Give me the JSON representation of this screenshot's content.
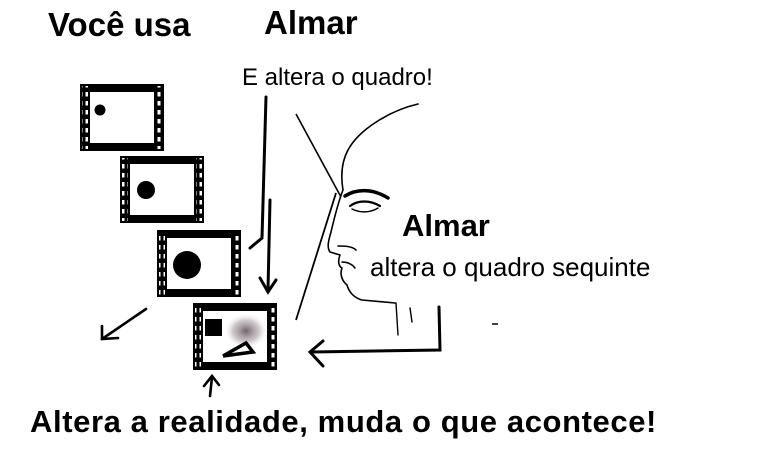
{
  "texts": {
    "voce_usa": "Você usa",
    "almar_top": "Almar",
    "altera_quadro": "E altera o quadro!",
    "almar_mid": "Almar",
    "altera_sequinte": "altera o quadro sequinte",
    "bottom_caption": "Altera a realidade, muda o que acontece!"
  },
  "frames": [
    {
      "content": "small-dot"
    },
    {
      "content": "medium-dot"
    },
    {
      "content": "large-dot"
    },
    {
      "content": "square-and-triangle"
    }
  ],
  "colors": {
    "ink": "#000000",
    "background": "#ffffff",
    "blur": "#9a8a90"
  }
}
